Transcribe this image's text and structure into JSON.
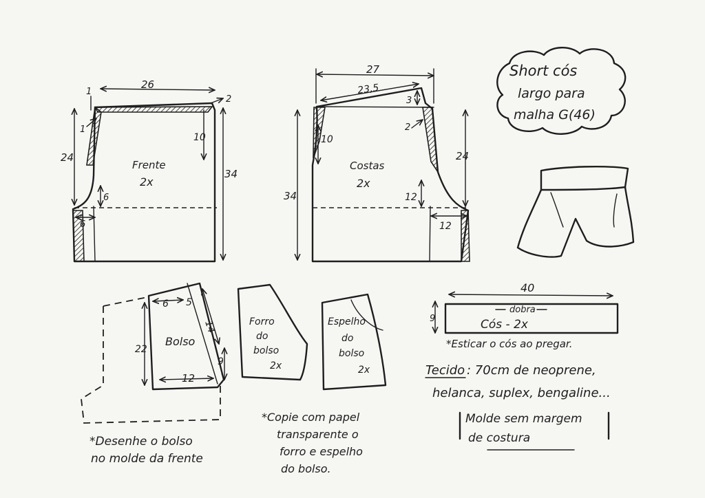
{
  "title_cloud": {
    "line1": "Short cós",
    "line2": "largo para",
    "line3": "malha G(46)"
  },
  "front": {
    "label": "Frente",
    "count": "2x",
    "m_top": "26",
    "m_crotch_h": "24",
    "m_height": "34",
    "m_rise": "10",
    "m_crotch_w": "6",
    "m_crotch_d": "6",
    "n1": "1",
    "n1b": "1",
    "n2": "2"
  },
  "back": {
    "label": "Costas",
    "count": "2x",
    "m_top": "27",
    "m_diag": "23,5",
    "m_height": "34",
    "m_crotch_h": "24",
    "m_rise": "10",
    "m_crotch_d": "12",
    "m_crotch_w": "12",
    "n3": "3",
    "n2": "2"
  },
  "pocket": {
    "label": "Bolso",
    "m_top": "6",
    "m_top2": "5",
    "m_diag": "14",
    "m_height": "22",
    "m_side": "9",
    "m_bottom": "12",
    "note1": "*Desenhe o bolso",
    "note2": "no molde da frente"
  },
  "lining": {
    "l1": "Forro",
    "l2": "do",
    "l3": "bolso",
    "l4": "2x"
  },
  "facing": {
    "l1": "Espelho",
    "l2": "do",
    "l3": "bolso",
    "l4": "2x"
  },
  "copy_note": {
    "l1": "*Copie com papel",
    "l2": "transparente o",
    "l3": "forro e espelho",
    "l4": "do bolso."
  },
  "waistband": {
    "m_len": "40",
    "fold": "dobra",
    "label": "Cós - 2x",
    "m_h": "9",
    "note": "*Esticar o cós ao pregar."
  },
  "fabric": {
    "l1_u": "Tecido",
    "l1": ": 70cm de neoprene,",
    "l2": "helanca, suplex, bengaline..."
  },
  "seam_note": {
    "l1": "Molde sem margem",
    "l2": "de costura"
  }
}
